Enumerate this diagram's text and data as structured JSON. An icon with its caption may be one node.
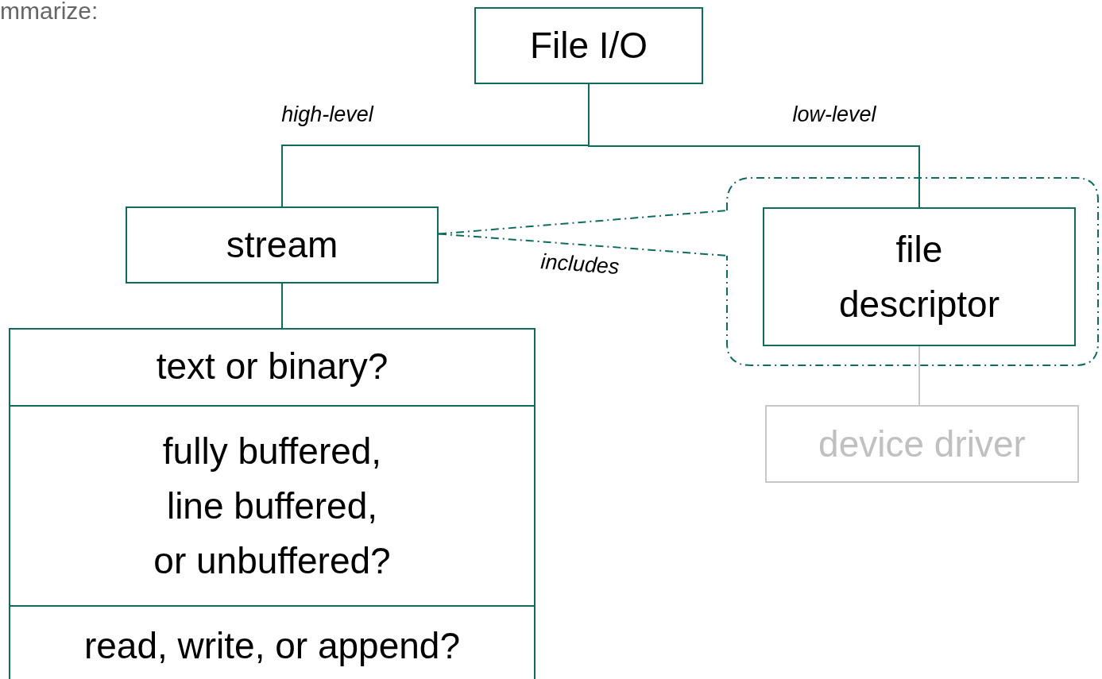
{
  "diagram": {
    "nodes": [
      {
        "text": [
          "File I/O"
        ]
      },
      {
        "text": [
          "stream"
        ]
      },
      {
        "text": [],
        "shape": "box"
      },
      {
        "text": [
          "text or binary?"
        ],
        "in": 2
      },
      {
        "text": [
          "fully buffered, line buffered, or unbuffered?"
        ],
        "in": 2
      },
      {
        "text": [
          "read, write, or append?"
        ],
        "in": 2
      },
      {
        "text": [],
        "shape": "callout"
      },
      {
        "text": [
          "file descriptor"
        ],
        "in": 6
      },
      {
        "text": [
          "device driver"
        ]
      }
    ],
    "edges": [
      {
        "from": 0,
        "to": 1,
        "arrow": "none",
        "label": "high-level"
      },
      {
        "from": 0,
        "to": 7,
        "arrow": "none",
        "label": "low-level"
      },
      {
        "from": 1,
        "to": 2,
        "arrow": "none"
      },
      {
        "from": 1,
        "to": 6,
        "arrow": "none",
        "label": "includes",
        "style": "dashed"
      },
      {
        "from": 7,
        "to": 8,
        "arrow": "none",
        "color": "#c8c8c8"
      }
    ],
    "labels": [
      "mmarize:"
    ]
  }
}
